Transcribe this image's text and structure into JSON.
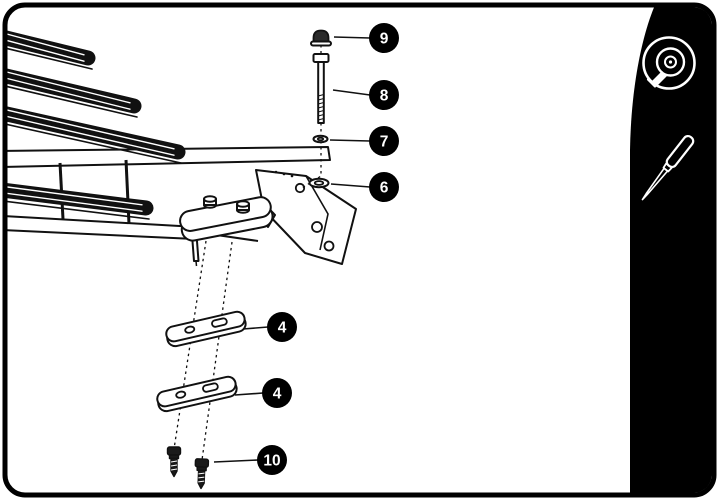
{
  "figure": {
    "kind": "exploded-assembly-diagram",
    "background": "#ffffff",
    "line_color": "#111111",
    "border_color": "#000000",
    "callout_bg": "#000000",
    "callout_text_color": "#ffffff"
  },
  "callouts": [
    {
      "label": "9"
    },
    {
      "label": "8"
    },
    {
      "label": "7"
    },
    {
      "label": "6"
    },
    {
      "label": "4"
    },
    {
      "label": "4"
    },
    {
      "label": "10"
    }
  ],
  "tools_panel": {
    "background": "#000000",
    "icon_color": "#ffffff",
    "icons": [
      {
        "name": "tape-measure-icon"
      },
      {
        "name": "awl-icon"
      }
    ]
  }
}
